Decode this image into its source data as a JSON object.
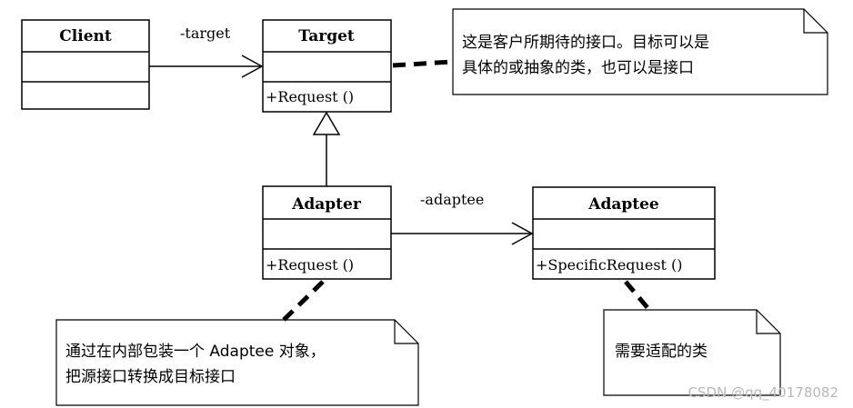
{
  "classes": {
    "client": {
      "name": "Client",
      "operation": ""
    },
    "target": {
      "name": "Target",
      "operation": "+Request ()"
    },
    "adapter": {
      "name": "Adapter",
      "operation": "+Request ()"
    },
    "adaptee": {
      "name": "Adaptee",
      "operation": "+SpecificRequest ()"
    }
  },
  "associations": {
    "client_target": "-target",
    "adapter_adaptee": "-adaptee"
  },
  "notes": {
    "target_note": {
      "line1": "这是客户所期待的接口。目标可以是",
      "line2": "具体的或抽象的类，也可以是接口"
    },
    "adapter_note": {
      "line1": "通过在内部包装一个 Adaptee 对象，",
      "line2": "把源接口转换成目标接口"
    },
    "adaptee_note": {
      "line1": "需要适配的类"
    }
  },
  "watermark": "CSDN @qq_40178082",
  "colors": {
    "stroke": "#000000",
    "background": "#ffffff"
  }
}
